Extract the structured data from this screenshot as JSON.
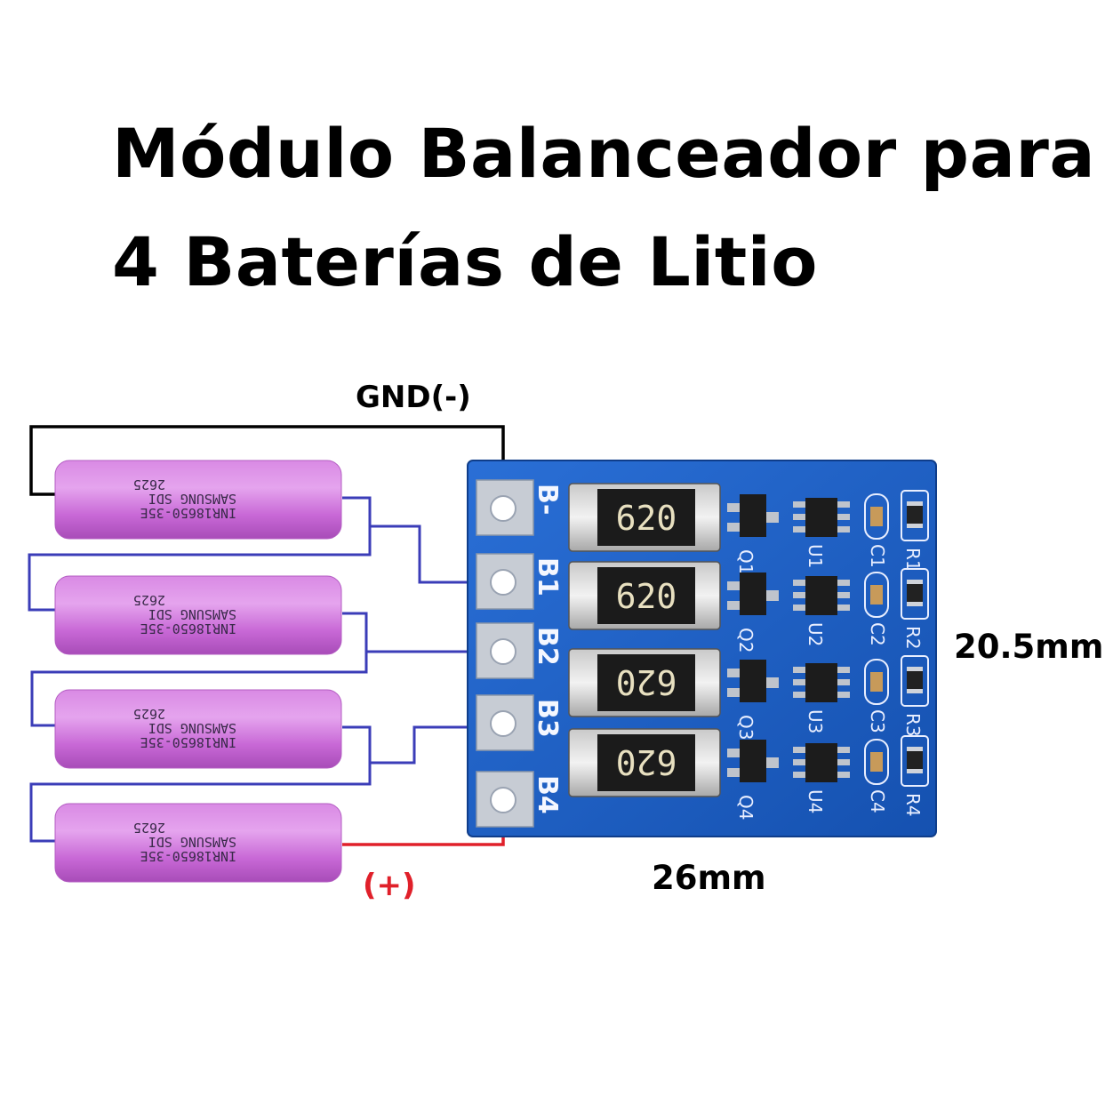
{
  "title": {
    "line1": "Módulo Balanceador para",
    "line2": "4 Baterías de Litio"
  },
  "labels": {
    "gnd": "GND(-)",
    "positive": "(+)",
    "height_dim": "20.5mm",
    "width_dim": "26mm"
  },
  "battery": {
    "model": "INR18650-35E",
    "brand": "SAMSUNG",
    "code": "SDI",
    "date": "2625",
    "count": 4,
    "color": "#c96ad6"
  },
  "board": {
    "pads": [
      "B-",
      "B1",
      "B2",
      "B3",
      "B4"
    ],
    "resistor_marking": "620",
    "transistors": [
      "Q1",
      "Q2",
      "Q3",
      "Q4"
    ],
    "ics": [
      "U1",
      "U2",
      "U3",
      "U4"
    ],
    "capacitors": [
      "C1",
      "C2",
      "C3",
      "C4"
    ],
    "resistors": [
      "R1",
      "R2",
      "R3",
      "R4"
    ],
    "color": "#1e5fc4"
  },
  "wire_colors": {
    "gnd": "#000000",
    "series": "#3b3db8",
    "positive": "#e0202a"
  }
}
